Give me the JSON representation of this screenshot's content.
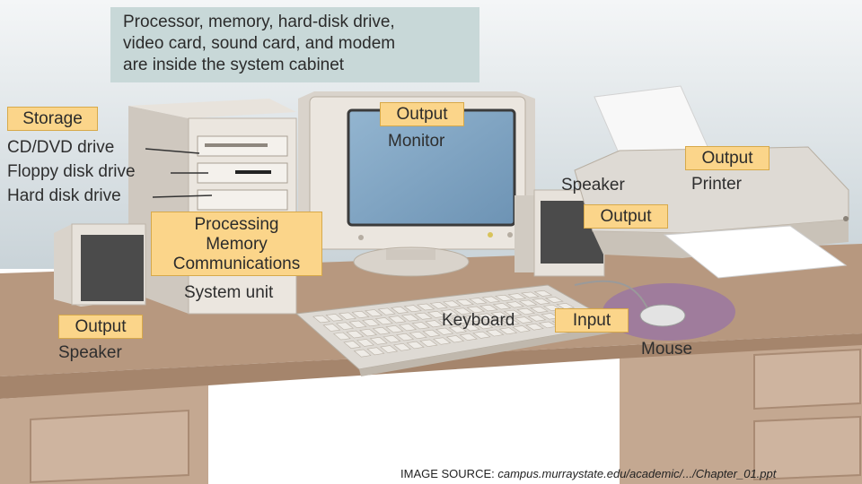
{
  "cabinet_note": {
    "line1": "Processor, memory, hard-disk drive,",
    "line2": "video card, sound card, and modem",
    "line3": "are inside the system cabinet"
  },
  "storage": {
    "tag": "Storage",
    "items": [
      "CD/DVD drive",
      "Floppy disk drive",
      "Hard disk drive"
    ]
  },
  "system_unit": {
    "tag_lines": [
      "Processing",
      "Memory",
      "Communications"
    ],
    "label": "System unit"
  },
  "monitor": {
    "tag": "Output",
    "label": "Monitor"
  },
  "left_speaker": {
    "tag": "Output",
    "label": "Speaker"
  },
  "right_speaker": {
    "tag": "Output",
    "label": "Speaker"
  },
  "printer": {
    "tag": "Output",
    "label": "Printer"
  },
  "keyboard": {
    "label": "Keyboard"
  },
  "mouse": {
    "tag": "Input",
    "label": "Mouse"
  },
  "source": {
    "prefix": "IMAGE SOURCE: ",
    "url": "campus.murraystate.edu/academic/.../Chapter_01.ppt"
  },
  "colors": {
    "callout_fill": "#fbd58a",
    "note_fill": "#c8d8d8",
    "desk": "#b89a82",
    "wall": "#d7e0e4",
    "screen": "#7da2c1",
    "mousepad": "#9f7c9c"
  }
}
